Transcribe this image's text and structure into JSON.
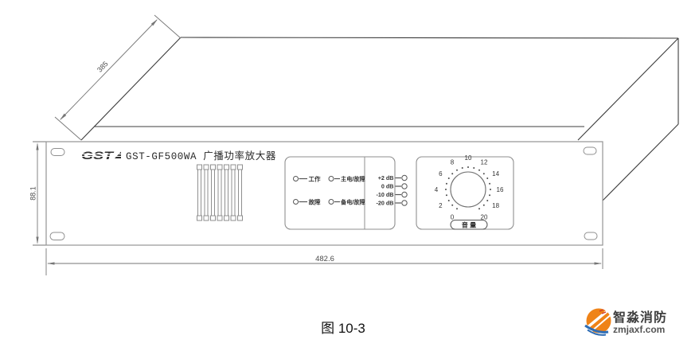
{
  "panel": {
    "logo": "GST",
    "title": "GST-GF500WA 广播功率放大器"
  },
  "status_leds": {
    "work": "工作",
    "main_power_fault": "主电/故障",
    "fault": "故障",
    "backup_power_fault": "备电/故障"
  },
  "level_leds": {
    "db_plus2": "+2 dB",
    "db_0": "0 dB",
    "db_minus10": "-10 dB",
    "db_minus20": "-20 dB"
  },
  "volume": {
    "label": "音 量",
    "knob_scale": [
      "0",
      "2",
      "4",
      "6",
      "8",
      "10",
      "12",
      "14",
      "16",
      "18",
      "20"
    ]
  },
  "dimensions": {
    "depth": "385",
    "height": "88.1",
    "width": "482.6"
  },
  "caption": "图 10-3",
  "watermark": {
    "brand": "智淼消防",
    "site": "zmjaxf.com"
  }
}
